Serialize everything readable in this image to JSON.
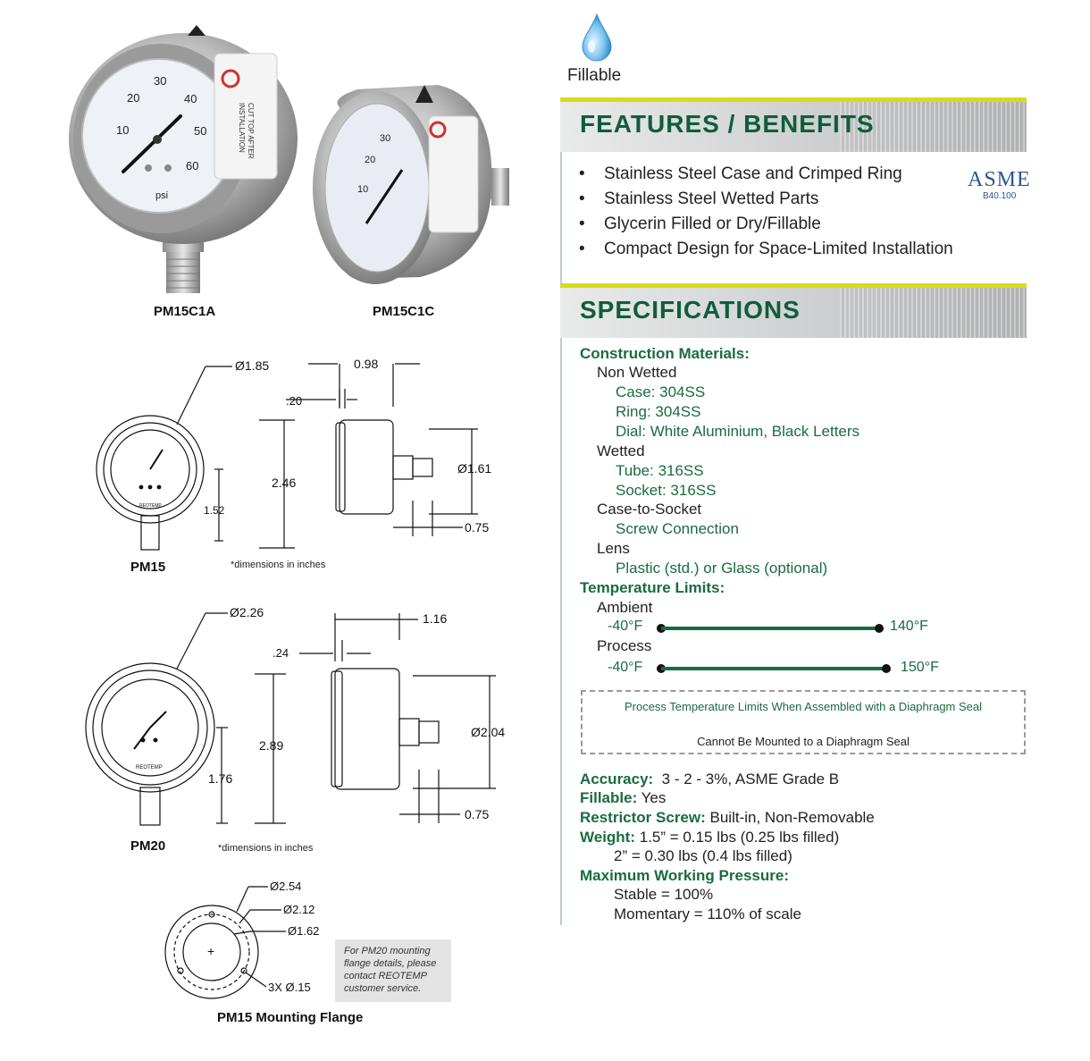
{
  "products": {
    "left_caption": "PM15C1A",
    "right_caption": "PM15C1C",
    "left_dial": {
      "ticks": [
        "10",
        "20",
        "30",
        "40",
        "50",
        "60"
      ],
      "unit": "psi"
    },
    "sticker_text": [
      "CUT TOP AFTER",
      "INSTALLATION"
    ],
    "right_dial_ticks": [
      "10",
      "20",
      "30"
    ]
  },
  "pm15_drawing": {
    "caption": "PM15",
    "note": "*dimensions in inches",
    "dia": "Ø1.85",
    "depth": "0.98",
    "lens": ".20",
    "height": "2.46",
    "center": "1.52",
    "case_dia": "Ø1.61",
    "socket": "0.75",
    "brand": "REOTEMP"
  },
  "pm20_drawing": {
    "caption": "PM20",
    "note": "*dimensions in inches",
    "dia": "Ø2.26",
    "depth": "1.16",
    "lens": ".24",
    "height": "2.89",
    "center": "1.76",
    "case_dia": "Ø2.04",
    "socket": "0.75",
    "brand": "REOTEMP"
  },
  "flange": {
    "caption": "PM15 Mounting Flange",
    "outer": "Ø2.54",
    "bolt": "Ø2.12",
    "inner": "Ø1.62",
    "holes": "3X Ø.15",
    "note": "For PM20 mounting flange details, please contact REOTEMP customer service."
  },
  "fillable": {
    "label": "Fillable"
  },
  "features": {
    "title": "FEATURES / BENEFITS",
    "items": [
      "Stainless Steel Case and Crimped Ring",
      "Stainless Steel Wetted Parts",
      "Glycerin Filled or Dry/Fillable",
      "Compact Design for Space-Limited Installation"
    ],
    "bullet": "•",
    "asme_logo": "ASME",
    "asme_code": "B40.100"
  },
  "specs": {
    "title": "SPECIFICATIONS",
    "construction_label": "Construction Materials:",
    "non_wetted": "Non Wetted",
    "case": "Case: 304SS",
    "ring": "Ring: 304SS",
    "dial": "Dial: White Aluminium, Black Letters",
    "wetted": "Wetted",
    "tube": "Tube: 316SS",
    "socket": "Socket: 316SS",
    "case_to_socket": "Case-to-Socket",
    "screw": "Screw Connection",
    "lens": "Lens",
    "lens_value": "Plastic (std.) or Glass (optional)",
    "temp_label": "Temperature Limits:",
    "ambient": "Ambient",
    "ambient_min": "-40°F",
    "ambient_max": "140°F",
    "process": "Process",
    "process_min": "-40°F",
    "process_max": "150°F",
    "seal_line1": "Process Temperature Limits When Assembled with a Diaphragm Seal",
    "seal_line2": "Cannot Be Mounted to a Diaphragm Seal",
    "accuracy_label": "Accuracy:",
    "accuracy_value": "3 - 2 - 3%, ASME Grade B",
    "fillable_label": "Fillable:",
    "fillable_value": "Yes",
    "restrictor_label": "Restrictor Screw:",
    "restrictor_value": "Built-in, Non-Removable",
    "weight_label": "Weight:",
    "weight_value1": "1.5” = 0.15 lbs (0.25 lbs filled)",
    "weight_value2": "2” = 0.30 lbs (0.4 lbs filled)",
    "mwp_label": "Maximum Working Pressure:",
    "stable": "Stable = 100%",
    "momentary": "Momentary = 110% of scale"
  }
}
